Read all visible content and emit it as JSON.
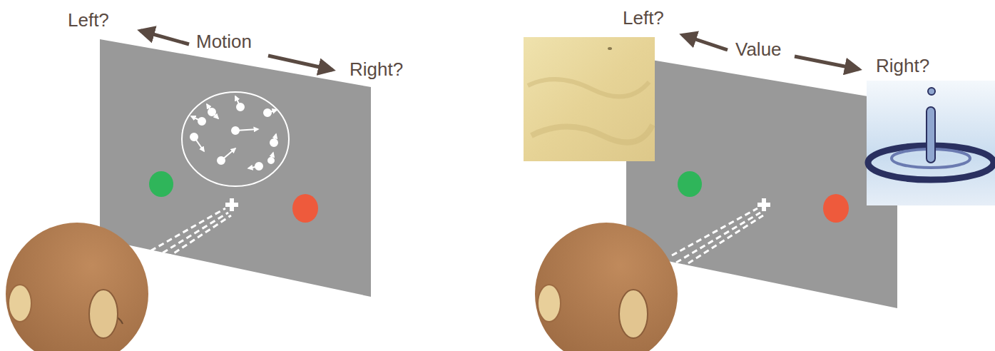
{
  "diagram": {
    "labels": [
      "Left?",
      "Motion",
      "Right?",
      "Left?",
      "Value",
      "Right?"
    ]
  }
}
